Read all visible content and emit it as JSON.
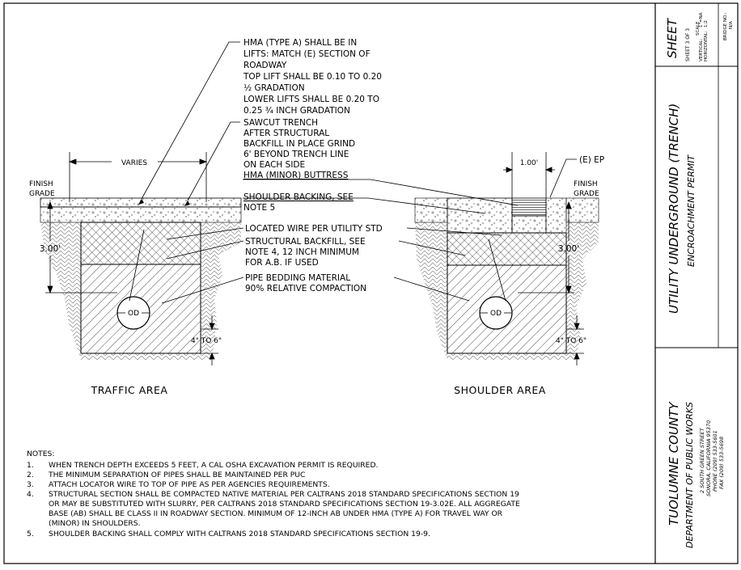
{
  "callouts": {
    "hma_type_a": [
      "HMA (TYPE A) SHALL BE IN",
      "LIFTS: MATCH (E) SECTION OF",
      "ROADWAY",
      "TOP LIFT SHALL BE 0.10 TO 0.20",
      "½ GRADATION",
      "LOWER LIFTS SHALL BE 0.20 TO",
      "0.25 ¾ INCH GRADATION"
    ],
    "sawcut": [
      "SAWCUT TRENCH",
      "AFTER STRUCTURAL",
      "BACKFILL IN PLACE GRIND",
      "6' BEYOND TRENCH LINE",
      "ON EACH SIDE"
    ],
    "hma_minor": "HMA (MINOR) BUTTRESS",
    "shoulder_backing": [
      "SHOULDER BACKING, SEE",
      "NOTE 5"
    ],
    "located_wire": "LOCATED WIRE PER UTILITY STD",
    "structural_backfill": [
      "STRUCTURAL BACKFILL, SEE",
      "NOTE 4, 12 INCH MINIMUM",
      "FOR A.B. IF USED"
    ],
    "pipe_bedding": [
      "PIPE BEDDING MATERIAL",
      "90% RELATIVE COMPACTION"
    ]
  },
  "dims": {
    "varies": "VARIES",
    "finish_grade": [
      "FINISH",
      "GRADE"
    ],
    "depth": "3.00'",
    "cover": "4\" TO 6\"",
    "od": "OD",
    "width": "1.00'",
    "ep": "(E) EP"
  },
  "areas": {
    "traffic": "TRAFFIC AREA",
    "shoulder": "SHOULDER AREA"
  },
  "notes": {
    "heading": "NOTES:",
    "items": [
      {
        "num": "1.",
        "lines": [
          "WHEN TRENCH DEPTH EXCEEDS 5 FEET, A CAL OSHA EXCAVATION PERMIT IS REQUIRED."
        ]
      },
      {
        "num": "2.",
        "lines": [
          "THE MINIMUM SEPARATION OF PIPES SHALL BE MAINTAINED PER PUC"
        ]
      },
      {
        "num": "3.",
        "lines": [
          "ATTACH LOCATOR WIRE TO TOP OF PIPE AS PER AGENCIES REQUIREMENTS."
        ]
      },
      {
        "num": "4.",
        "lines": [
          "STRUCTURAL SECTION SHALL BE COMPACTED NATIVE MATERIAL PER CALTRANS 2018 STANDARD SPECIFICATIONS SECTION 19",
          "OR MAY BE SUBSTITUTED WITH SLURRY, PER CALTRANS 2018 STANDARD SPECIFICATIONS SECTION 19-3.02E. ALL AGGREGATE",
          "BASE (AB) SHALL BE CLASS II IN ROADWAY SECTION. MINIMUM OF 12-INCH AB UNDER HMA (TYPE A) FOR TRAVEL WAY OR",
          "(MINOR) IN SHOULDERS."
        ]
      },
      {
        "num": "5.",
        "lines": [
          "SHOULDER BACKING SHALL COMPLY WITH CALTRANS 2018 STANDARD SPECIFICATIONS SECTION 19-9."
        ]
      }
    ]
  },
  "title_block": {
    "sheet": "SHEET",
    "sheet_of": "SHEET  3  OF  3",
    "scale_label": "SCALE",
    "vertical": "VERTICAL:",
    "vertical_val": "1\"=NA",
    "horizontal": "HORIZONTAL:",
    "horizontal_val": "1:2",
    "bridge": "BRIDGE NO.:",
    "bridge_val": "N/A",
    "title": "UTILITY UNDERGROUND (TRENCH)",
    "subtitle": "ENCROACHMENT PERMIT",
    "county": "TUOLUMNE COUNTY",
    "dept": "DEPARTMENT OF PUBLIC WORKS",
    "address": [
      "2 SOUTH GREEN STREET",
      "SONORA, CALIFORNIA 95370",
      "PHONE (209) 533-5601",
      "FAX (209) 533-5698"
    ]
  }
}
